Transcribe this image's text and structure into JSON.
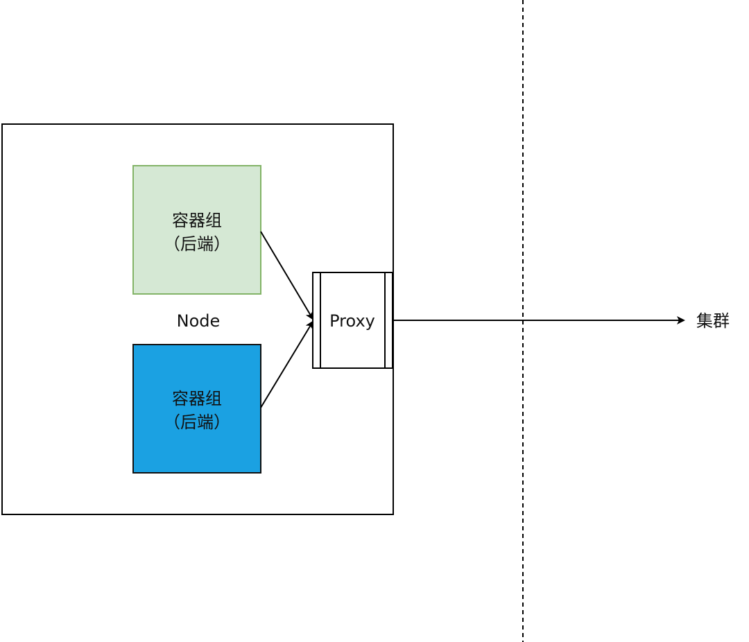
{
  "node": {
    "label": "Node"
  },
  "pods": [
    {
      "line1": "容器组",
      "line2": "（后端）",
      "fill": "#d5e8d4",
      "stroke": "#82b366"
    },
    {
      "line1": "容器组",
      "line2": "（后端）",
      "fill": "#1ba1e2",
      "stroke": "#111111"
    }
  ],
  "proxy": {
    "label": "Proxy"
  },
  "cluster": {
    "label": "集群"
  },
  "colors": {
    "line": "#000000",
    "background": "#ffffff"
  }
}
